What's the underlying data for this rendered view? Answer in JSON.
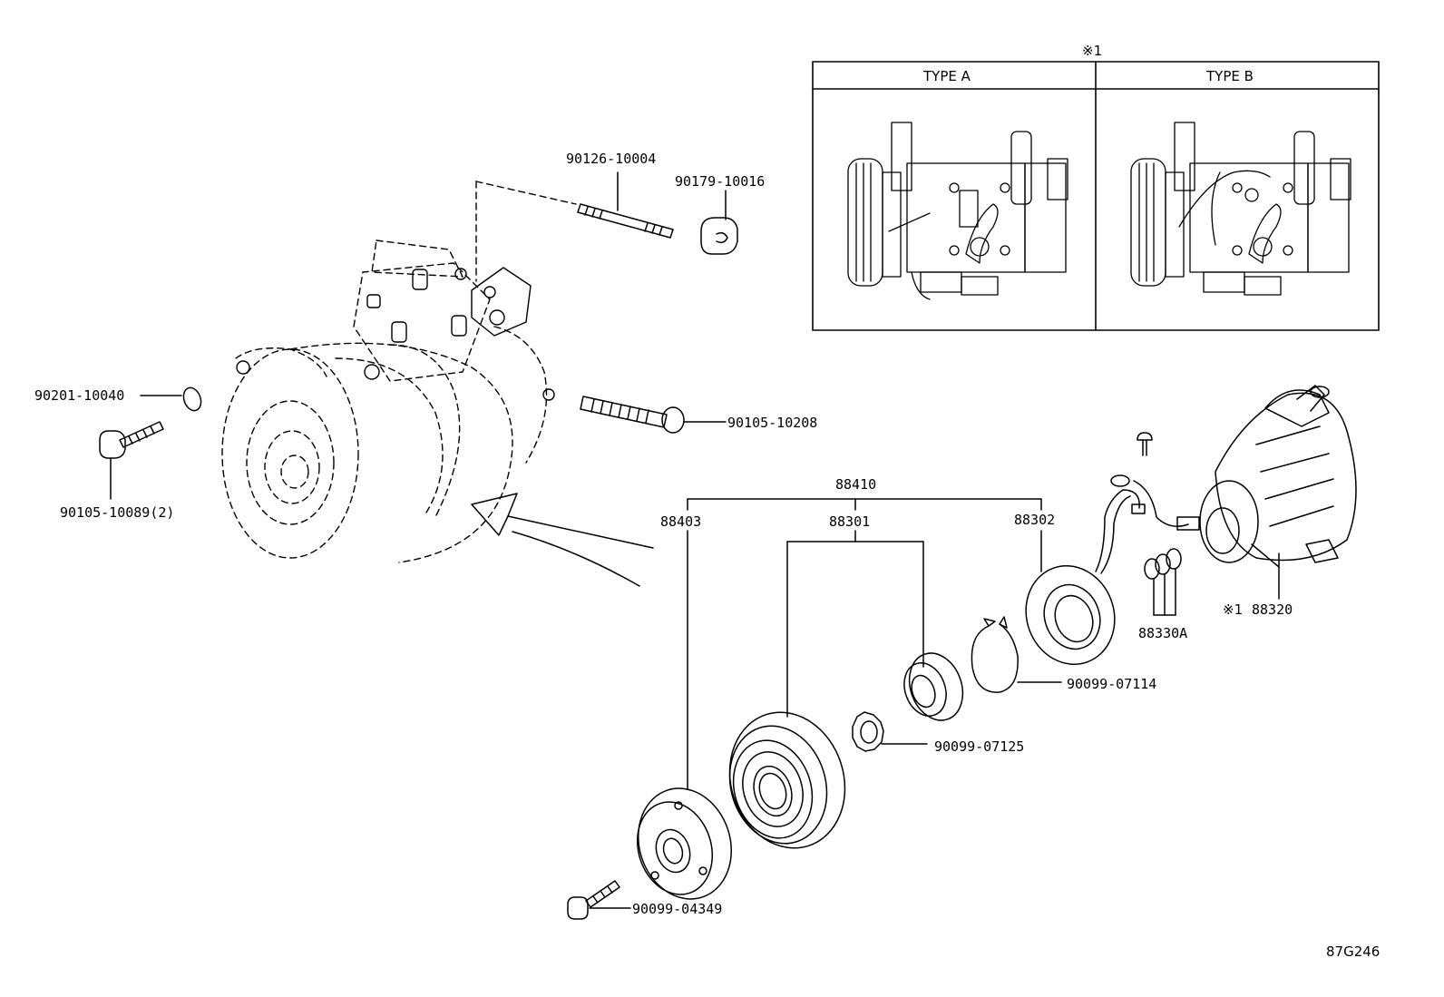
{
  "diagram": {
    "note_mark": "※1",
    "table": {
      "col_a": "TYPE A",
      "col_b": "TYPE B"
    },
    "parts": {
      "p90126_10004": "90126-10004",
      "p90179_10016": "90179-10016",
      "p90201_10040": "90201-10040",
      "p90105_10089": "90105-10089(2)",
      "p90105_10208": "90105-10208",
      "p88410": "88410",
      "p88403": "88403",
      "p88301": "88301",
      "p88302": "88302",
      "p88330A": "88330A",
      "p88320_mark": "※1",
      "p88320": "88320",
      "p90099_07114": "90099-07114",
      "p90099_07125": "90099-07125",
      "p90099_04349": "90099-04349"
    },
    "figure_ref": "87G246"
  }
}
